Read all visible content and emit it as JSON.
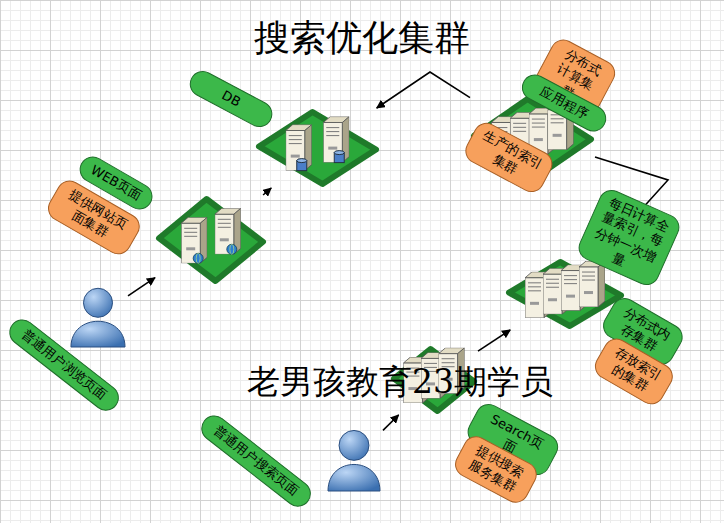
{
  "diagram": {
    "title": "搜索优化集群",
    "nodes": [
      {
        "text": [
          "普通用户浏览页面"
        ]
      },
      {
        "text": [
          "WEB页面",
          "提供网站页面集群"
        ]
      },
      {
        "text": [
          "DB"
        ]
      },
      {
        "text": [
          "分布式计算集群",
          "应用程序",
          "生产的索引集群"
        ]
      },
      {
        "text": [
          "分布式内存集群",
          "存放索引的集群"
        ]
      },
      {
        "text": [
          "Search页面",
          "提供搜索服务集群"
        ]
      },
      {
        "text": [
          "普通用户搜索页面"
        ]
      }
    ],
    "edges": [
      {
        "from": 0,
        "to": 1,
        "arrow": "to"
      },
      {
        "from": 1,
        "to": 2,
        "arrow": "to"
      },
      {
        "from": 3,
        "to": 2,
        "arrow": "to"
      },
      {
        "from": 3,
        "to": 4,
        "arrow": "to",
        "label": "每日计算全量索引，每分钟一次增量"
      },
      {
        "from": 6,
        "to": 5,
        "arrow": "to"
      },
      {
        "from": 5,
        "to": 4,
        "arrow": "to"
      }
    ],
    "labels": [
      "老男孩教育23期学员"
    ]
  }
}
